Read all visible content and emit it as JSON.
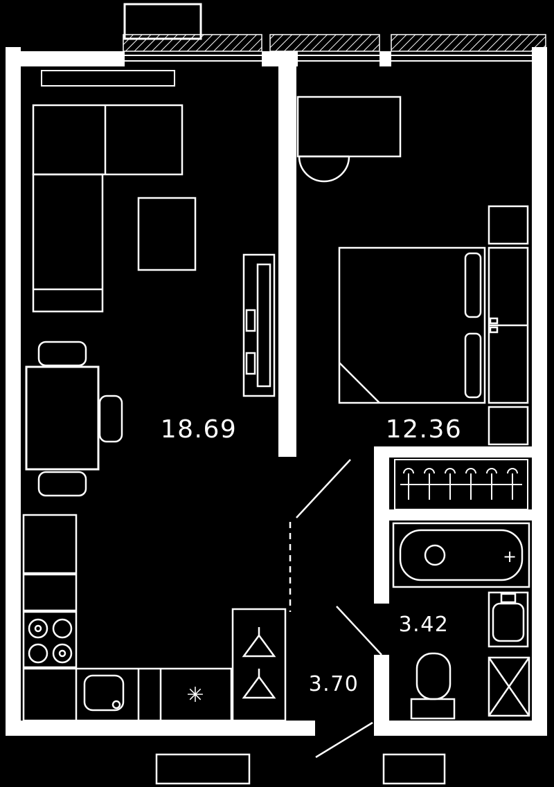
{
  "floor_plan": {
    "background_color": "#000000",
    "line_color": "#ffffff",
    "rooms": {
      "living": {
        "area": "18.69"
      },
      "bedroom": {
        "area": "12.36"
      },
      "bathroom": {
        "area": "3.42"
      },
      "hallway": {
        "area": "3.70"
      }
    },
    "symbols": {
      "fridge_snowflake": "✳",
      "tub_faucet_plus": "+"
    }
  }
}
